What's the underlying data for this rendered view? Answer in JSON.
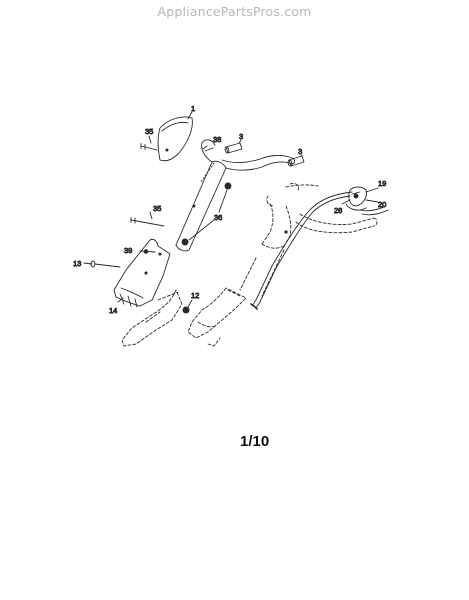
{
  "watermark": "AppliancePartsPros.com",
  "page_number": "1/10",
  "colors": {
    "line": "#2a2a2a",
    "text": "#222222",
    "watermark": "#b7b7b7"
  },
  "callouts": {
    "c1": "1",
    "c35a": "35",
    "c38": "38",
    "c3a": "3",
    "c3b": "3",
    "c35b": "35",
    "c36": "36",
    "c39": "39",
    "c13": "13",
    "c14": "14",
    "c12": "12",
    "c19": "19",
    "c20": "20",
    "c28": "28"
  }
}
